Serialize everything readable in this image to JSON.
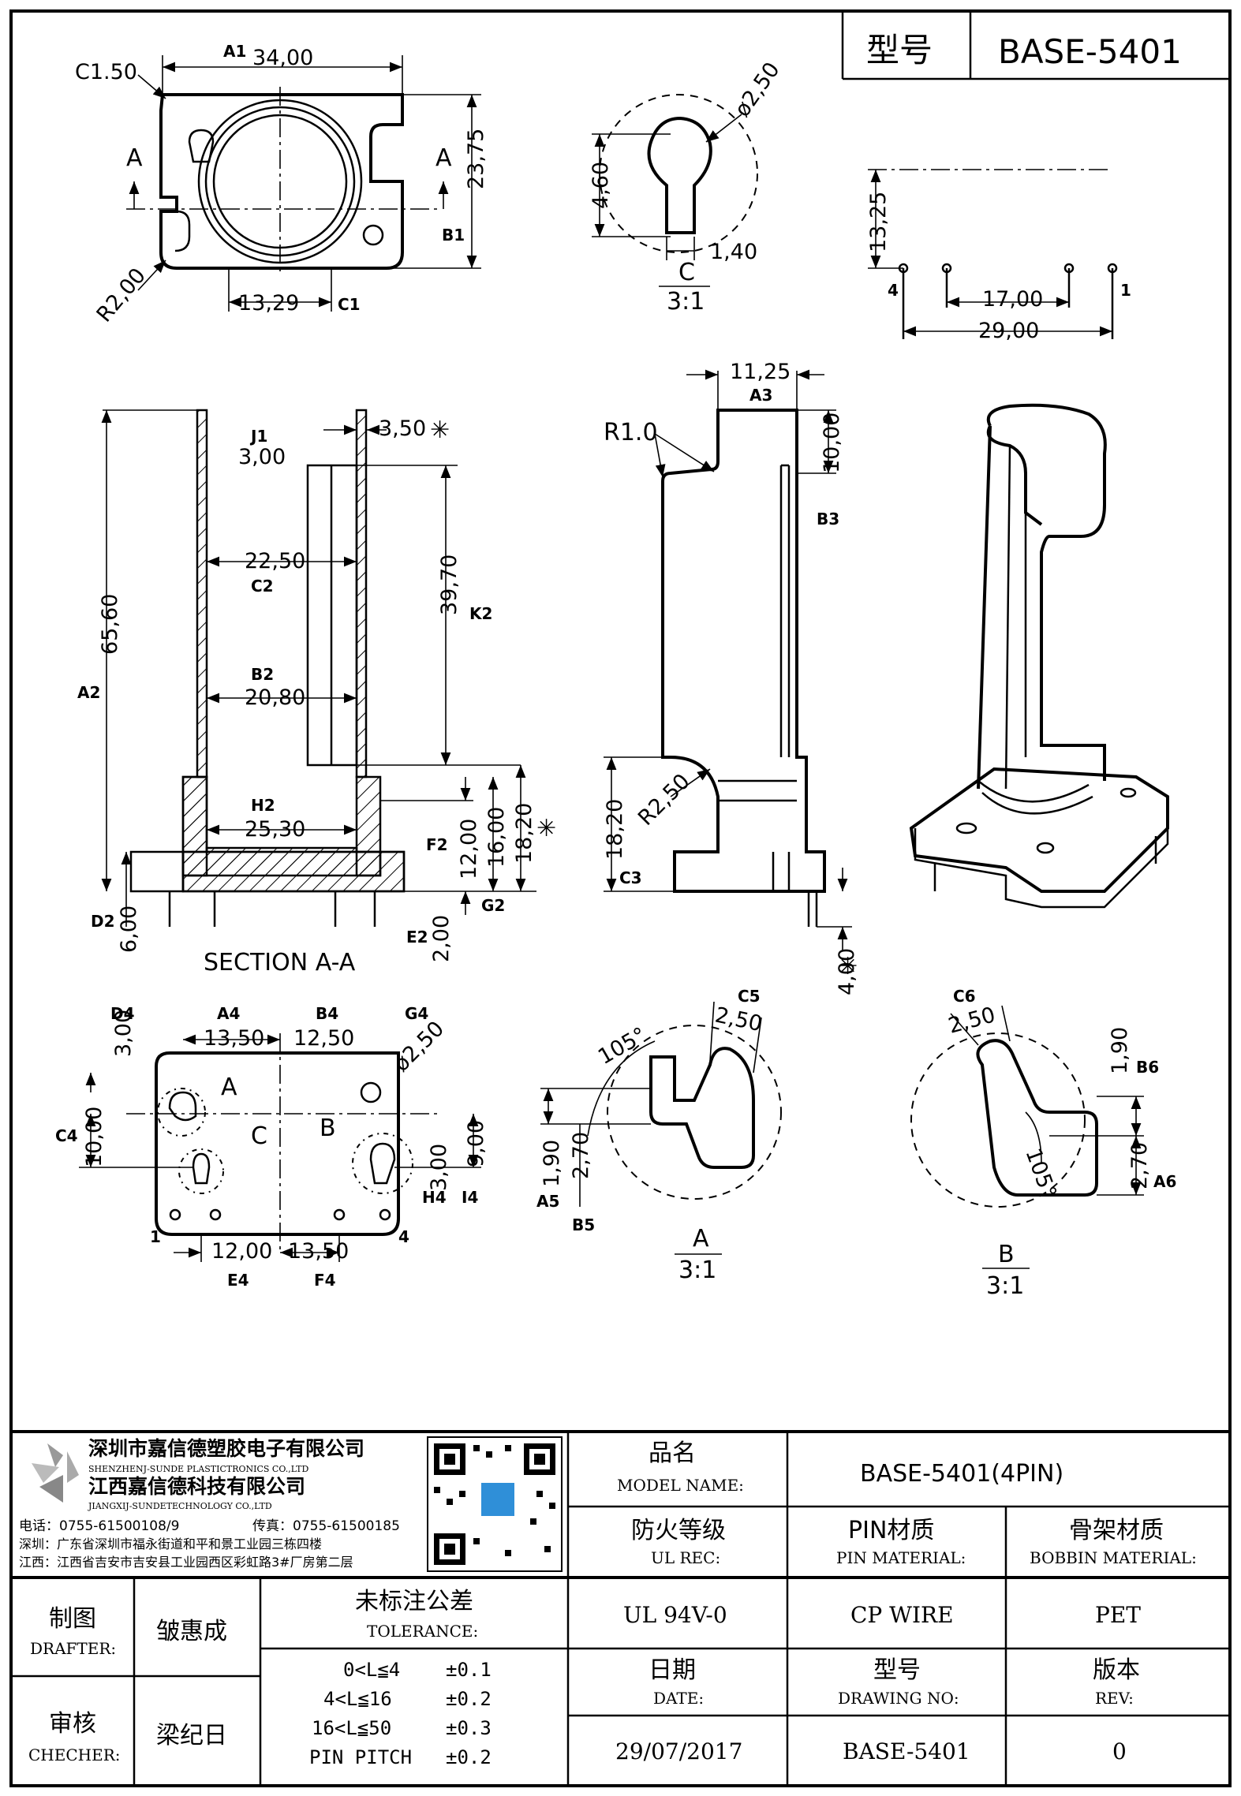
{
  "header": {
    "type_label": "型号",
    "part_number": "BASE-5401"
  },
  "top_view": {
    "chamfer": "C1.50",
    "width": "34,00",
    "width_tag": "A1",
    "height": "23,75",
    "height_tag": "B1",
    "radius": "R2,00",
    "offset": "13,29",
    "offset_tag": "C1",
    "section_mark": "A"
  },
  "detail_c": {
    "diameter": "ø2,50",
    "height": "4,60",
    "slot": "1,40",
    "label": "C",
    "scale": "3:1"
  },
  "pin_spacing": {
    "height": "13,25",
    "inner": "17,00",
    "outer": "29,00",
    "pin_left": "4",
    "pin_right": "1"
  },
  "section_aa": {
    "title": "SECTION A-A",
    "wall": "3,50",
    "wall_tag": "J1",
    "rib": "3,00",
    "inner_top": "22,50",
    "inner_top_tag": "C2",
    "inner_mid": "20,80",
    "inner_mid_tag": "B2",
    "base_inner": "25,30",
    "base_inner_tag": "H2",
    "total_height": "65,60",
    "total_height_tag": "A2",
    "slot_height": "39,70",
    "slot_tag": "K2",
    "h12": "12,00",
    "h12_tag": "F2",
    "h16": "16,00",
    "h18": "18,20",
    "h18_tag": "G2",
    "base6": "6,00",
    "base6_tag": "D2",
    "pin2": "2,00",
    "pin2_tag": "E2",
    "star": "✳"
  },
  "side_view": {
    "radius1": "R1.0",
    "top_w": "11,25",
    "top_w_tag": "A3",
    "top_h": "10,00",
    "top_h_tag": "B3",
    "radius2": "R2,50",
    "base_h": "18,20",
    "base_h_tag": "C3",
    "pin_len": "4,00",
    "star": "✳"
  },
  "bottom_view": {
    "d4": "3,00",
    "d4_tag": "D4",
    "a4": "13,50",
    "a4_tag": "A4",
    "b4": "12,50",
    "b4_tag": "B4",
    "g4": "ø2,50",
    "g4_tag": "G4",
    "c4": "10,00",
    "c4_tag": "C4",
    "h9": "9,00",
    "h3": "3,00",
    "h4_tag": "H4",
    "i4_tag": "I4",
    "e4": "12,00",
    "e4_tag": "E4",
    "f4": "13,50",
    "f4_tag": "F4",
    "label_a": "A",
    "label_b": "B",
    "label_c": "C",
    "pin1": "1",
    "pin4": "4"
  },
  "detail_a": {
    "w": "2,50",
    "w_tag": "C5",
    "angle": "105°",
    "h1": "1,90",
    "h2": "2,70",
    "tag_a5": "A5",
    "tag_b5": "B5",
    "label": "A",
    "scale": "3:1"
  },
  "detail_b": {
    "w": "2,50",
    "w_tag": "C6",
    "angle": "105°",
    "h1": "1,90",
    "h1_tag": "B6",
    "h2": "2,70",
    "h2_tag": "A6",
    "label": "B",
    "scale": "3:1"
  },
  "title_block": {
    "company_cn": "深圳市嘉信德塑胶电子有限公司",
    "company_en": "SHENZHENJ-SUNDE PLASTICTRONICS CO.,LTD",
    "company2_cn": "江西嘉信德科技有限公司",
    "company2_en": "JIANGXIJ-SUNDETECHNOLOGY CO.,LTD",
    "phone": "电话：0755-61500108/9",
    "fax": "传真：0755-61500185",
    "addr_sz": "深圳：广东省深圳市福永街道和平和景工业园三栋四楼",
    "addr_jx": "江西：江西省吉安市吉安县工业园西区彩虹路3#厂房第二层",
    "model_name_cn": "品名",
    "model_name_en": "MODEL NAME:",
    "model_name": "BASE-5401(4PIN)",
    "ul_cn": "防火等级",
    "ul_en": "UL REC:",
    "ul_value": "UL 94V-0",
    "pin_cn": "PIN材质",
    "pin_en": "PIN MATERIAL:",
    "pin_value": "CP WIRE",
    "bobbin_cn": "骨架材质",
    "bobbin_en": "BOBBIN MATERIAL:",
    "bobbin_value": "PET",
    "drafter_cn": "制图",
    "drafter_en": "DRAFTER:",
    "drafter": "皱惠成",
    "checker_cn": "审核",
    "checker_en": "CHECHER:",
    "checker": "梁纪日",
    "tol_cn": "未标注公差",
    "tol_en": "TOLERANCE:",
    "tol_rows": [
      {
        "range": "0<L≦4",
        "val": "±0.1"
      },
      {
        "range": "4<L≦16",
        "val": "±0.2"
      },
      {
        "range": "16<L≦50",
        "val": "±0.3"
      },
      {
        "range": "PIN PITCH",
        "val": "±0.2"
      }
    ],
    "date_cn": "日期",
    "date_en": "DATE:",
    "date": "29/07/2017",
    "drawing_cn": "型号",
    "drawing_en": "DRAWING NO:",
    "drawing": "BASE-5401",
    "rev_cn": "版本",
    "rev_en": "REV:",
    "rev": "0"
  }
}
